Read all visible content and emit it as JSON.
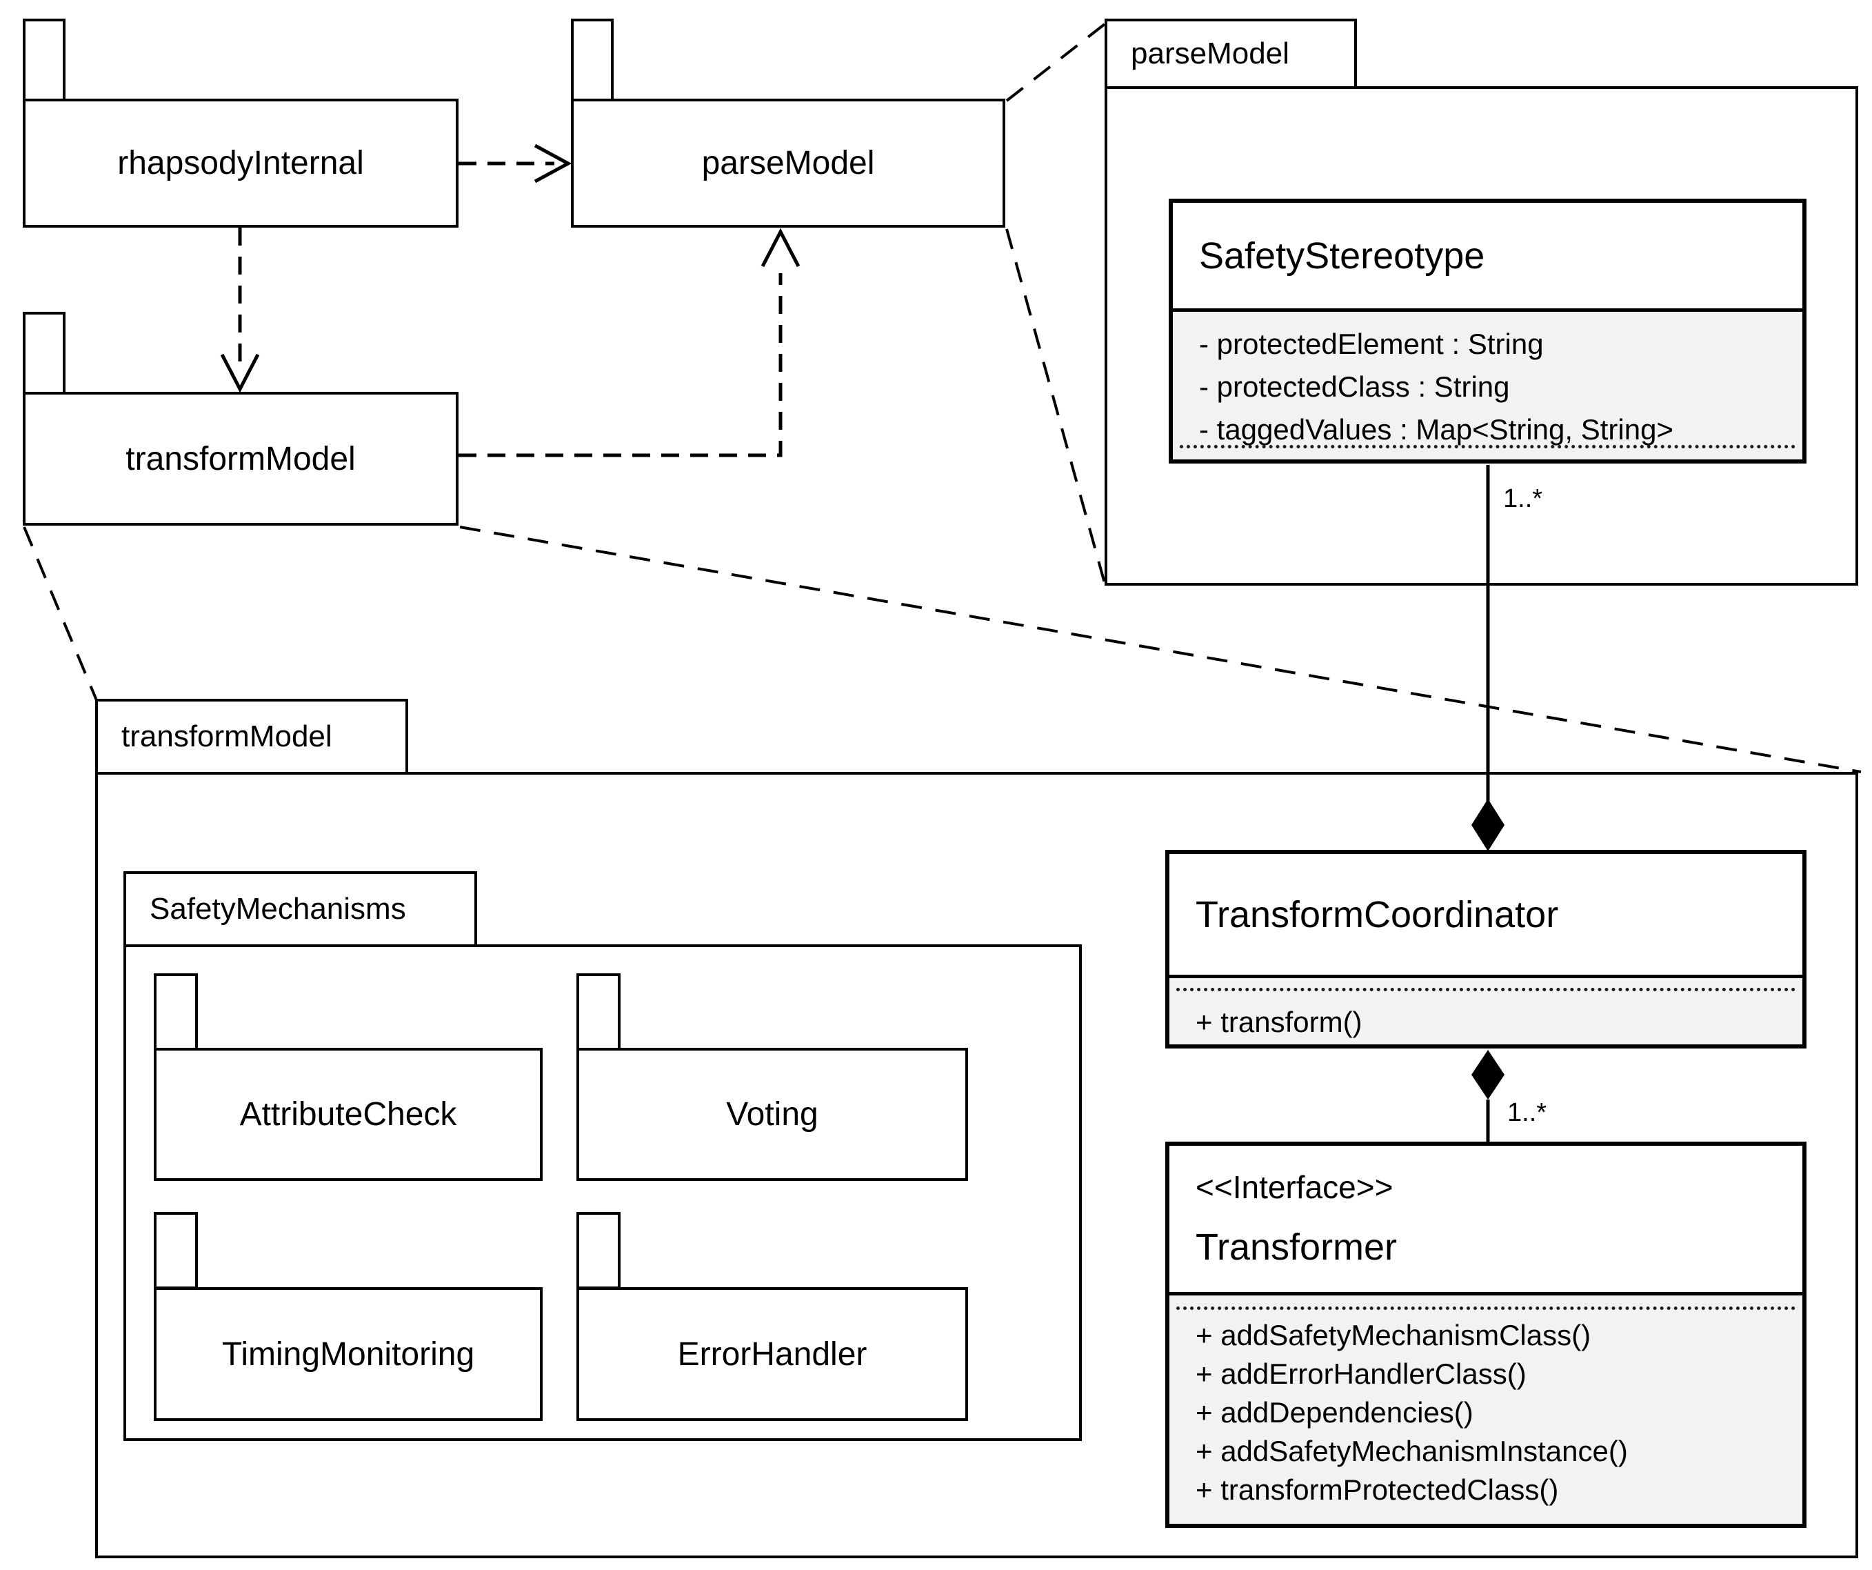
{
  "diagram": {
    "type": "uml-package-diagram",
    "colors": {
      "line": "#000000",
      "compartment_fill": "#f2f2f2",
      "background": "#ffffff"
    },
    "packages": {
      "rhapsody_internal": {
        "label": "rhapsodyInternal"
      },
      "parse_model_small": {
        "label": "parseModel"
      },
      "transform_model_small": {
        "label": "transformModel"
      },
      "parse_model_expanded": {
        "label": "parseModel"
      },
      "transform_model_expanded": {
        "label": "transformModel"
      },
      "safety_mechanisms": {
        "label": "SafetyMechanisms"
      },
      "attribute_check": {
        "label": "AttributeCheck"
      },
      "voting": {
        "label": "Voting"
      },
      "timing_monitoring": {
        "label": "TimingMonitoring"
      },
      "error_handler": {
        "label": "ErrorHandler"
      }
    },
    "classes": {
      "safety_stereotype": {
        "name": "SafetyStereotype",
        "attributes": [
          "- protectedElement : String",
          "- protectedClass : String",
          "- taggedValues : Map<String, String>"
        ]
      },
      "transform_coordinator": {
        "name": "TransformCoordinator",
        "operations": [
          "+ transform()"
        ]
      },
      "transformer": {
        "stereotype": "<<Interface>>",
        "name": "Transformer",
        "operations": [
          "+ addSafetyMechanismClass()",
          "+ addErrorHandlerClass()",
          "+ addDependencies()",
          "+ addSafetyMechanismInstance()",
          "+ transformProtectedClass()"
        ]
      }
    },
    "multiplicities": {
      "stereotype_to_coordinator": "1..*",
      "coordinator_to_transformer": "1..*"
    }
  }
}
